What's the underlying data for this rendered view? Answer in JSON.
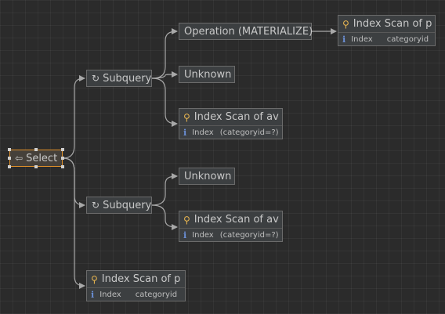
{
  "colors": {
    "background": "#2b2b2b",
    "node_fill": "#3c3f41",
    "node_border": "#6b6b6b",
    "selected_border": "#e0902a",
    "edge": "#a8a8a8",
    "key_icon": "#e6b450",
    "info_icon": "#6b8fd6"
  },
  "nodes": {
    "select": {
      "label": "Select",
      "icon": "select-arrow-icon"
    },
    "subquery_1": {
      "label": "Subquery",
      "icon": "refresh-icon"
    },
    "subquery_2": {
      "label": "Subquery",
      "icon": "refresh-icon"
    },
    "operation": {
      "label": "Operation (MATERIALIZE)"
    },
    "unknown_1": {
      "label": "Unknown"
    },
    "unknown_2": {
      "label": "Unknown"
    },
    "index_scan_p_top": {
      "title": "Index Scan of p",
      "kind": "Index",
      "columns": "categoryid"
    },
    "index_scan_av_1": {
      "title": "Index Scan of av",
      "kind": "Index",
      "columns": "(categoryid=?)"
    },
    "index_scan_av_2": {
      "title": "Index Scan of av",
      "kind": "Index",
      "columns": "(categoryid=?)"
    },
    "index_scan_p_bottom": {
      "title": "Index Scan of p",
      "kind": "Index",
      "columns": "categoryid"
    }
  }
}
